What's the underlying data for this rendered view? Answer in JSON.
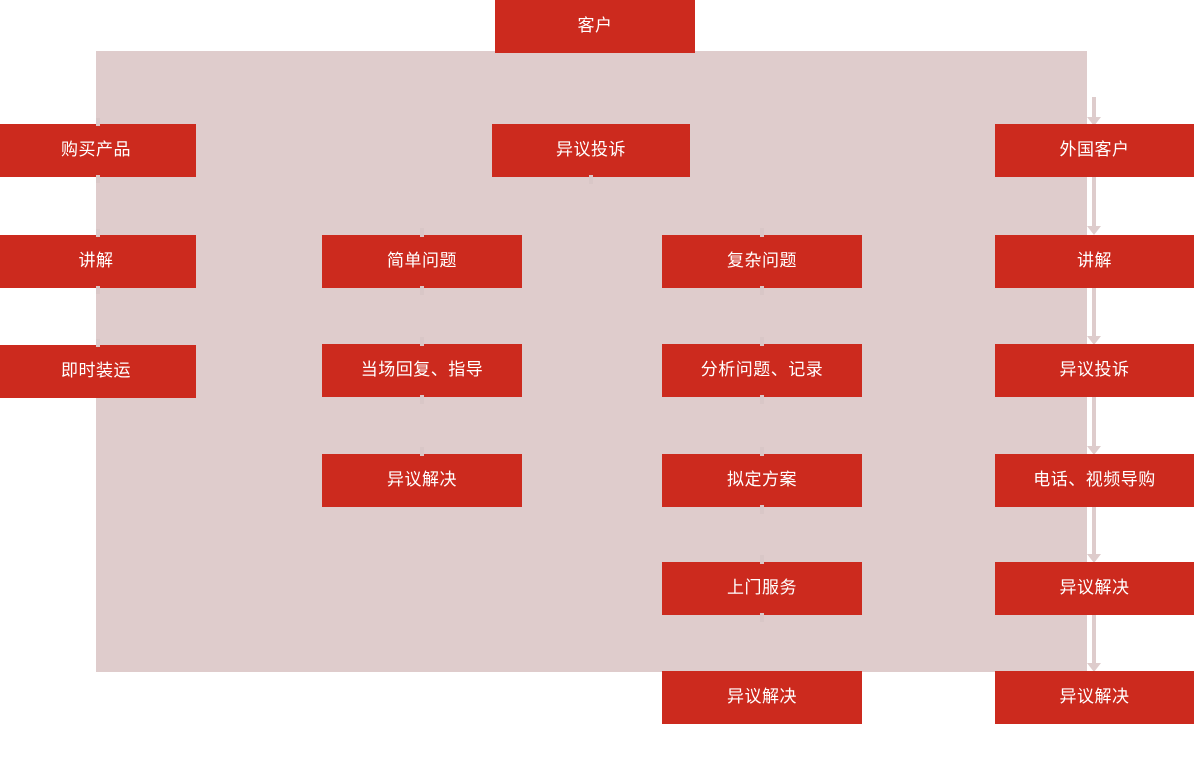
{
  "diagram": {
    "title_node": {
      "label": "客户"
    },
    "colors": {
      "node_fill": "#cc2a1e",
      "node_text": "#ffffff",
      "band_fill": "#dfcccc",
      "connector": "#decccc",
      "page_background": "#ffffff"
    },
    "columns": [
      {
        "name": "column-1-domestic-purchase",
        "nodes": [
          {
            "label": "购买产品"
          },
          {
            "label": "讲解"
          },
          {
            "label": "即时装运"
          }
        ]
      },
      {
        "name": "column-2-simple-issue",
        "nodes": [
          {
            "label": "异议投诉"
          },
          {
            "label": "简单问题"
          },
          {
            "label": "当场回复、指导"
          },
          {
            "label": "异议解决"
          }
        ]
      },
      {
        "name": "column-3-complex-issue",
        "nodes": [
          {
            "label": "复杂问题"
          },
          {
            "label": "分析问题、记录"
          },
          {
            "label": "拟定方案"
          },
          {
            "label": "上门服务"
          },
          {
            "label": "异议解决"
          }
        ]
      },
      {
        "name": "column-4-foreign-customer",
        "nodes": [
          {
            "label": "外国客户"
          },
          {
            "label": "讲解"
          },
          {
            "label": "异议投诉"
          },
          {
            "label": "电话、视频导购"
          },
          {
            "label": "异议解决"
          },
          {
            "label": "异议解决"
          }
        ]
      }
    ]
  }
}
